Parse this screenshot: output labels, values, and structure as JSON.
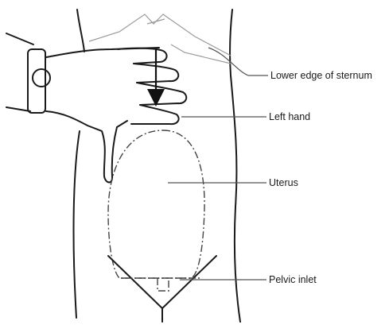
{
  "labels": {
    "sternum": "Lower edge of sternum",
    "left_hand": "Left hand",
    "uterus": "Uterus",
    "pelvic_inlet": "Pelvic inlet"
  },
  "icons": [
    "downward-arrow-icon",
    "watch-icon"
  ],
  "colors": {
    "stroke": "#1a1a1a",
    "background": "#ffffff"
  }
}
